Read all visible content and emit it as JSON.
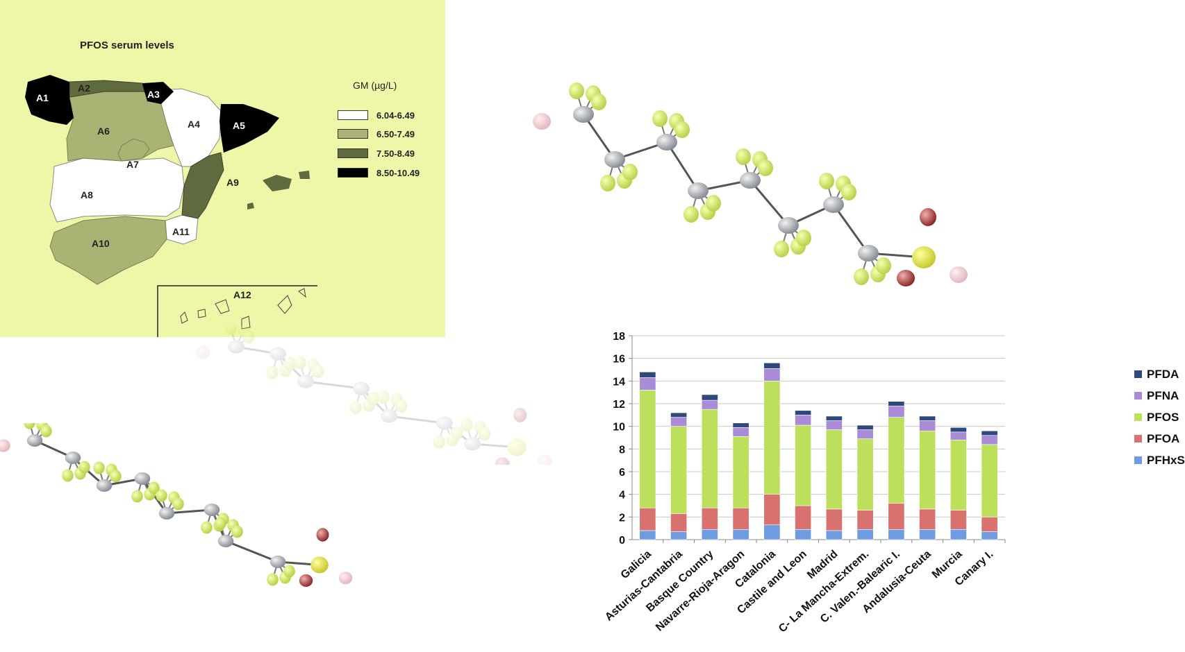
{
  "map": {
    "title": "PFOS serum levels",
    "legend_title": "GM (µg/L)",
    "legend": [
      {
        "label": "6.04-6.49",
        "color": "#ffffff"
      },
      {
        "label": "6.50-7.49",
        "color": "#a9b374"
      },
      {
        "label": "7.50-8.49",
        "color": "#5f6b3f"
      },
      {
        "label": "8.50-10.49",
        "color": "#000000"
      }
    ],
    "regions": [
      "A1",
      "A2",
      "A3",
      "A4",
      "A5",
      "A6",
      "A7",
      "A8",
      "A9",
      "A10",
      "A11",
      "A12"
    ],
    "background": "#eef7a8"
  },
  "chart_data": {
    "type": "bar",
    "stacked": true,
    "categories": [
      "Galicia",
      "Asturias-Cantabria",
      "Basque Country",
      "Navarre-Rioja-Aragon",
      "Catalonia",
      "Castile and Leon",
      "Madrid",
      "C- La Mancha-Extrem.",
      "C. Valen.-Balearic I.",
      "Andalusia-Ceuta",
      "Murcia",
      "Canary I."
    ],
    "series": [
      {
        "name": "PFHxS",
        "color": "#6f9be0",
        "values": [
          0.8,
          0.7,
          0.9,
          0.9,
          1.3,
          0.9,
          0.8,
          0.9,
          0.9,
          0.9,
          0.9,
          0.7
        ]
      },
      {
        "name": "PFOA",
        "color": "#d9726f",
        "values": [
          2.0,
          1.6,
          1.9,
          1.9,
          2.7,
          2.1,
          1.9,
          1.7,
          2.3,
          1.8,
          1.7,
          1.3
        ]
      },
      {
        "name": "PFOS",
        "color": "#bde05c",
        "values": [
          10.4,
          7.7,
          8.7,
          6.3,
          10.0,
          7.1,
          7.0,
          6.3,
          7.6,
          6.9,
          6.2,
          6.4
        ]
      },
      {
        "name": "PFNA",
        "color": "#a98bd8",
        "values": [
          1.1,
          0.8,
          0.8,
          0.8,
          1.1,
          0.9,
          0.8,
          0.8,
          1.0,
          0.9,
          0.7,
          0.8
        ]
      },
      {
        "name": "PFDA",
        "color": "#2e4a7d",
        "values": [
          0.5,
          0.4,
          0.5,
          0.4,
          0.5,
          0.4,
          0.4,
          0.4,
          0.4,
          0.4,
          0.4,
          0.4
        ]
      }
    ],
    "yticks": [
      "0",
      "2",
      "4",
      "6",
      "8",
      "10",
      "12",
      "14",
      "16",
      "18"
    ],
    "ylim": [
      0,
      18
    ],
    "grid": true,
    "legend_position": "right"
  }
}
